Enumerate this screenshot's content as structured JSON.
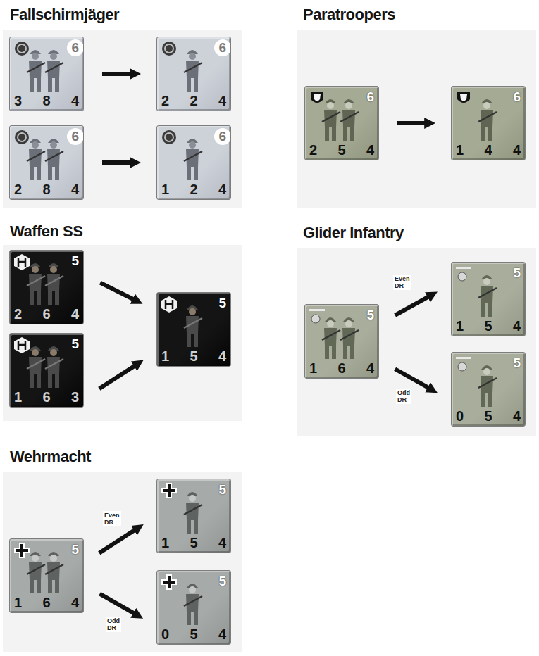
{
  "diagram": {
    "nodes": [
      {
        "text": [
          "6",
          "3",
          "8",
          "4"
        ]
      },
      {
        "text": [
          "6",
          "2",
          "2",
          "4"
        ]
      },
      {
        "text": [
          "6",
          "2",
          "8",
          "4"
        ]
      },
      {
        "text": [
          "6",
          "1",
          "2",
          "4"
        ]
      },
      {
        "text": [
          "6",
          "2",
          "5",
          "4"
        ]
      },
      {
        "text": [
          "6",
          "1",
          "4",
          "4"
        ]
      },
      {
        "text": [
          "5",
          "2",
          "6",
          "4"
        ]
      },
      {
        "text": [
          "5",
          "1",
          "6",
          "3"
        ]
      },
      {
        "text": [
          "5",
          "1",
          "5",
          "4"
        ]
      },
      {
        "text": [
          "5",
          "1",
          "6",
          "4"
        ]
      },
      {
        "text": [
          "5",
          "1",
          "5",
          "4"
        ]
      },
      {
        "text": [
          "5",
          "0",
          "5",
          "4"
        ]
      },
      {
        "text": [
          "5",
          "1",
          "6",
          "4"
        ]
      },
      {
        "text": [
          "5",
          "1",
          "5",
          "4"
        ]
      },
      {
        "text": [
          "5",
          "0",
          "5",
          "4"
        ]
      }
    ],
    "edges": [
      {
        "from": 0,
        "to": 1,
        "arrow": "to"
      },
      {
        "from": 2,
        "to": 3,
        "arrow": "to"
      },
      {
        "from": 4,
        "to": 5,
        "arrow": "to"
      },
      {
        "from": 6,
        "to": 8,
        "arrow": "to"
      },
      {
        "from": 7,
        "to": 8,
        "arrow": "to"
      },
      {
        "from": 9,
        "to": 10,
        "label": "Even DR",
        "arrow": "to"
      },
      {
        "from": 9,
        "to": 11,
        "label": "Odd DR",
        "arrow": "to"
      },
      {
        "from": 12,
        "to": 13,
        "label": "Even DR",
        "arrow": "to"
      },
      {
        "from": 12,
        "to": 14,
        "label": "Odd DR",
        "arrow": "to"
      }
    ],
    "labels": [
      "Fallschirmjäger",
      "Paratroopers",
      "Waffen SS",
      "Glider Infantry",
      "Wehrmacht"
    ]
  }
}
